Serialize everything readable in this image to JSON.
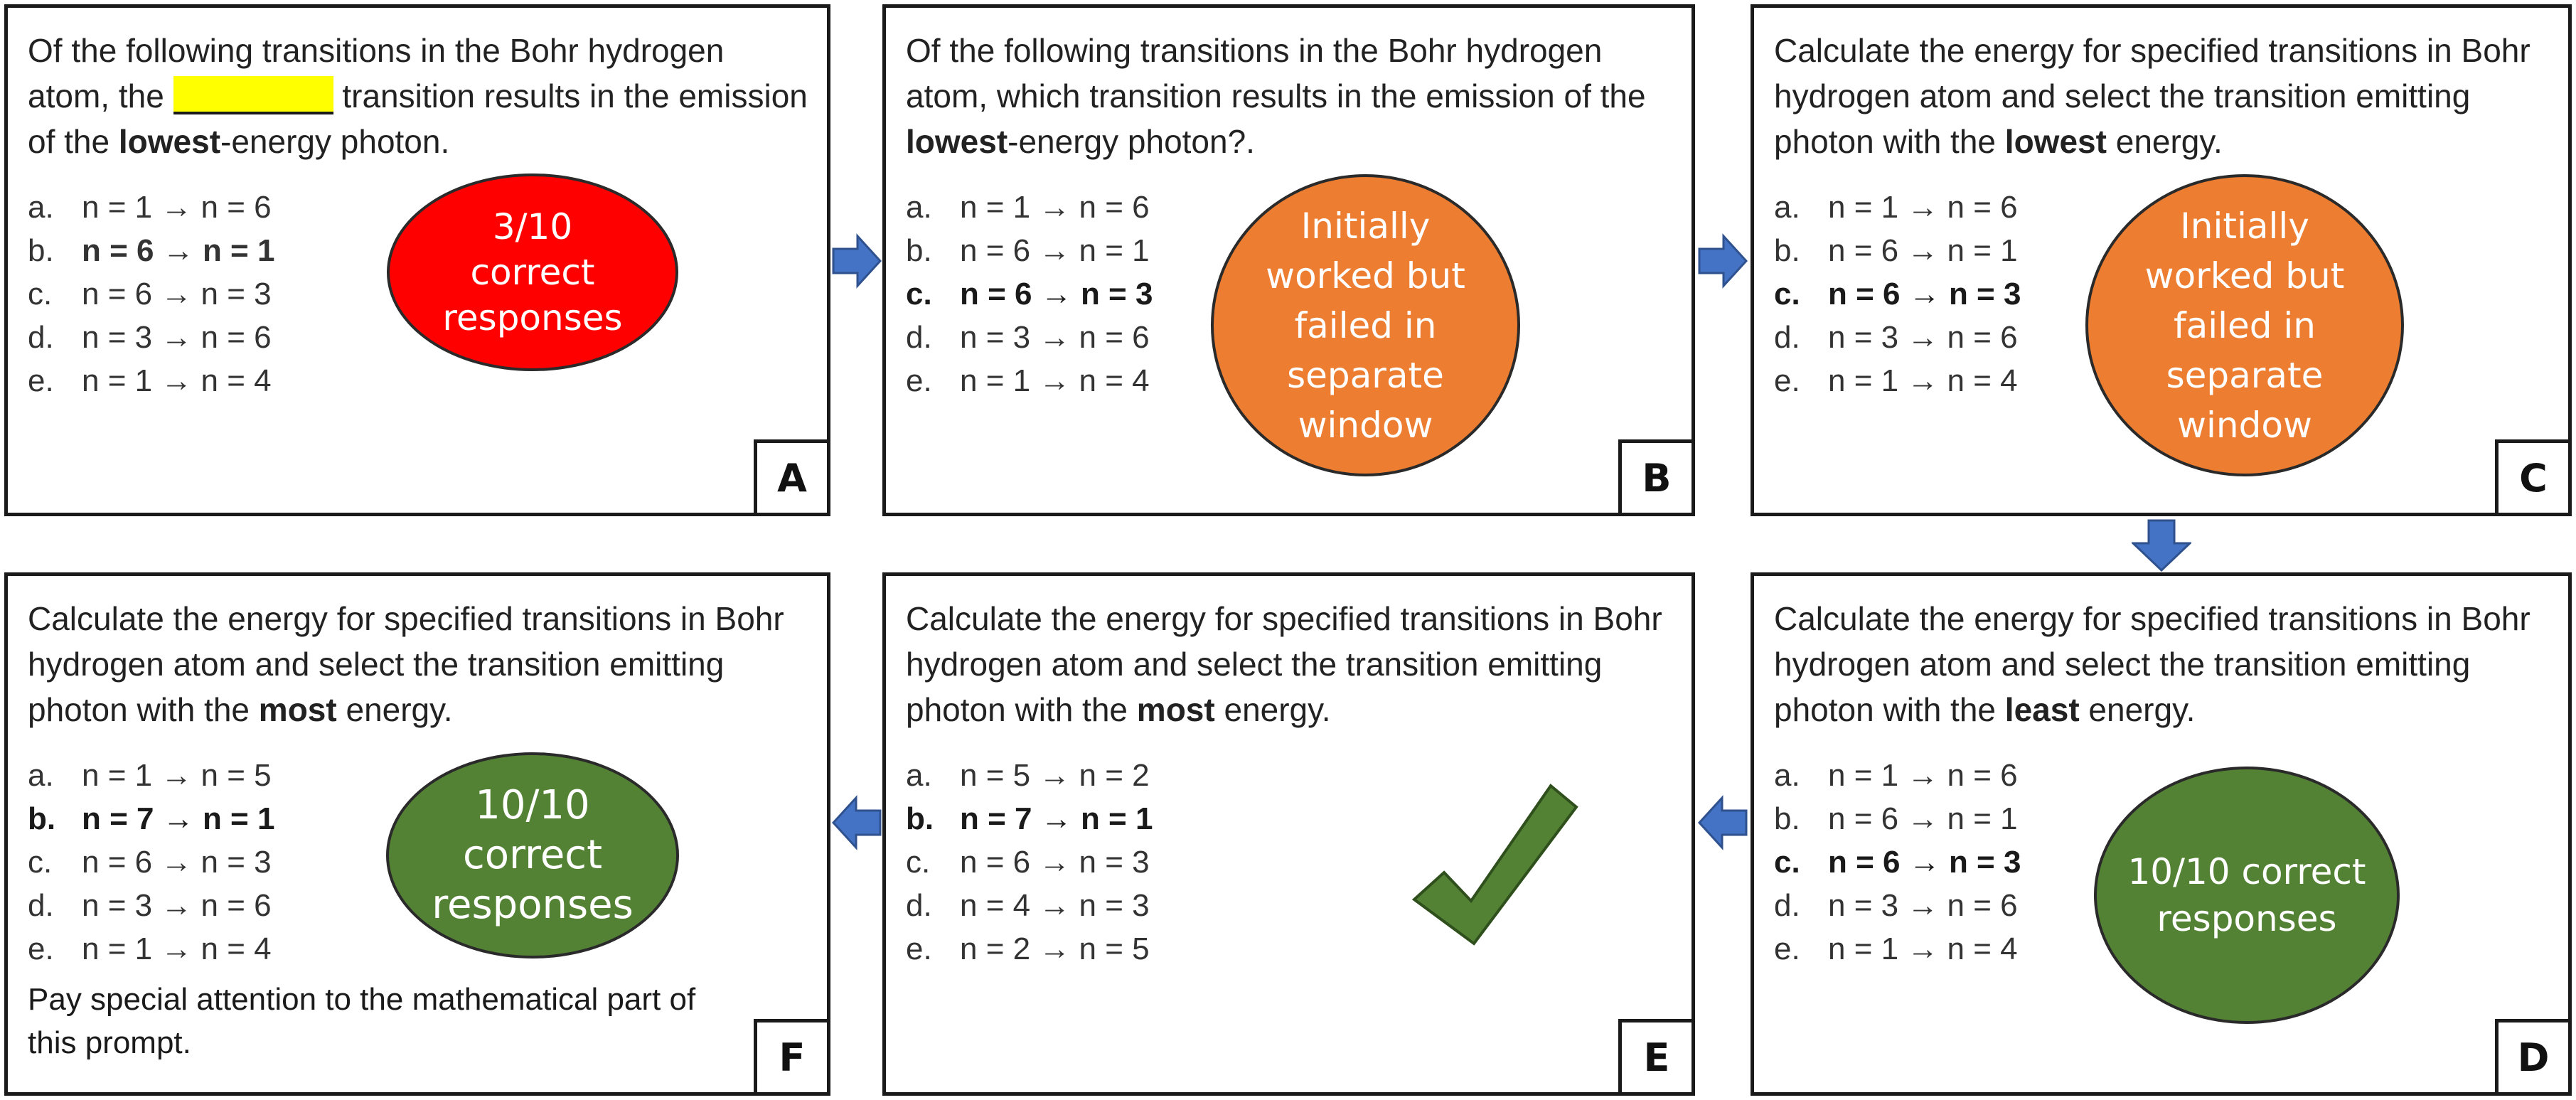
{
  "colors": {
    "red_oval": "#ff0000",
    "orange_oval": "#ed7d31",
    "green_oval": "#548235",
    "arrow": "#4472c4",
    "highlight": "#ffff00",
    "check": "#548235"
  },
  "panels": {
    "A": {
      "label": "A",
      "prompt_pre": "Of the following transitions in the Bohr hydrogen atom, the ",
      "prompt_mid": " transition results in the emission of the ",
      "prompt_bold": "lowest",
      "prompt_post": "-energy photon.",
      "options": [
        {
          "letter": "a.",
          "text": "n = 1 → n = 6"
        },
        {
          "letter": "b.",
          "text": "n = 6 → n = 1"
        },
        {
          "letter": "c.",
          "text": "n = 6 → n = 3"
        },
        {
          "letter": "d.",
          "text": "n = 3 → n = 6"
        },
        {
          "letter": "e.",
          "text": "n = 1 → n = 4"
        }
      ],
      "oval_lines": [
        "3/10",
        "correct",
        "responses"
      ]
    },
    "B": {
      "label": "B",
      "prompt_pre": "Of the following transitions in the Bohr hydrogen atom, which transition results in the emission of the ",
      "prompt_bold": "lowest",
      "prompt_post": "-energy photon?.",
      "options": [
        {
          "letter": "a.",
          "text": "n = 1 → n = 6"
        },
        {
          "letter": "b.",
          "text": "n = 6 → n = 1"
        },
        {
          "letter": "c.",
          "text": "n = 6 → n = 3"
        },
        {
          "letter": "d.",
          "text": "n = 3 → n = 6"
        },
        {
          "letter": "e.",
          "text": "n = 1 → n = 4"
        }
      ],
      "oval_lines": [
        "Initially",
        "worked but",
        "failed in",
        "separate",
        "window"
      ]
    },
    "C": {
      "label": "C",
      "prompt_pre": "Calculate the energy for specified transitions in Bohr hydrogen atom and select the transition emitting photon with the ",
      "prompt_bold": "lowest",
      "prompt_post": " energy.",
      "options": [
        {
          "letter": "a.",
          "text": "n = 1 → n = 6"
        },
        {
          "letter": "b.",
          "text": "n = 6 → n = 1"
        },
        {
          "letter": "c.",
          "text": "n = 6 → n = 3"
        },
        {
          "letter": "d.",
          "text": "n = 3 → n = 6"
        },
        {
          "letter": "e.",
          "text": "n = 1 → n = 4"
        }
      ],
      "oval_lines": [
        "Initially",
        "worked but",
        "failed in",
        "separate",
        "window"
      ]
    },
    "D": {
      "label": "D",
      "prompt_pre": "Calculate the energy for specified transitions in Bohr hydrogen atom and select the transition emitting photon with the ",
      "prompt_bold": "least",
      "prompt_post": " energy.",
      "options": [
        {
          "letter": "a.",
          "text": "n = 1 → n = 6"
        },
        {
          "letter": "b.",
          "text": "n = 6 → n = 1"
        },
        {
          "letter": "c.",
          "text": "n = 6 → n = 3"
        },
        {
          "letter": "d.",
          "text": "n = 3 → n = 6"
        },
        {
          "letter": "e.",
          "text": "n = 1 → n = 4"
        }
      ],
      "oval_lines": [
        "10/10 correct",
        "responses"
      ]
    },
    "E": {
      "label": "E",
      "prompt_pre": "Calculate the energy for specified transitions in Bohr hydrogen atom and select the transition emitting photon with the ",
      "prompt_bold": "most",
      "prompt_post": " energy.",
      "options": [
        {
          "letter": "a.",
          "text": "n = 5 → n = 2"
        },
        {
          "letter": "b.",
          "text": "n = 7 → n = 1"
        },
        {
          "letter": "c.",
          "text": "n = 6 → n = 3"
        },
        {
          "letter": "d.",
          "text": "n = 4 → n = 3"
        },
        {
          "letter": "e.",
          "text": "n = 2 → n = 5"
        }
      ]
    },
    "F": {
      "label": "F",
      "prompt_pre": "Calculate the energy for specified transitions in Bohr hydrogen atom and select the transition emitting photon with the ",
      "prompt_bold": "most",
      "prompt_post": " energy.",
      "options": [
        {
          "letter": "a.",
          "text": "n = 1 → n = 5"
        },
        {
          "letter": "b.",
          "text": "n = 7 → n = 1"
        },
        {
          "letter": "c.",
          "text": "n = 6 → n = 3"
        },
        {
          "letter": "d.",
          "text": "n = 3 → n = 6"
        },
        {
          "letter": "e.",
          "text": "n = 1 → n = 4"
        }
      ],
      "note": "Pay special attention to the mathematical part of this prompt.",
      "oval_lines": [
        "10/10",
        "correct",
        "responses"
      ]
    }
  }
}
